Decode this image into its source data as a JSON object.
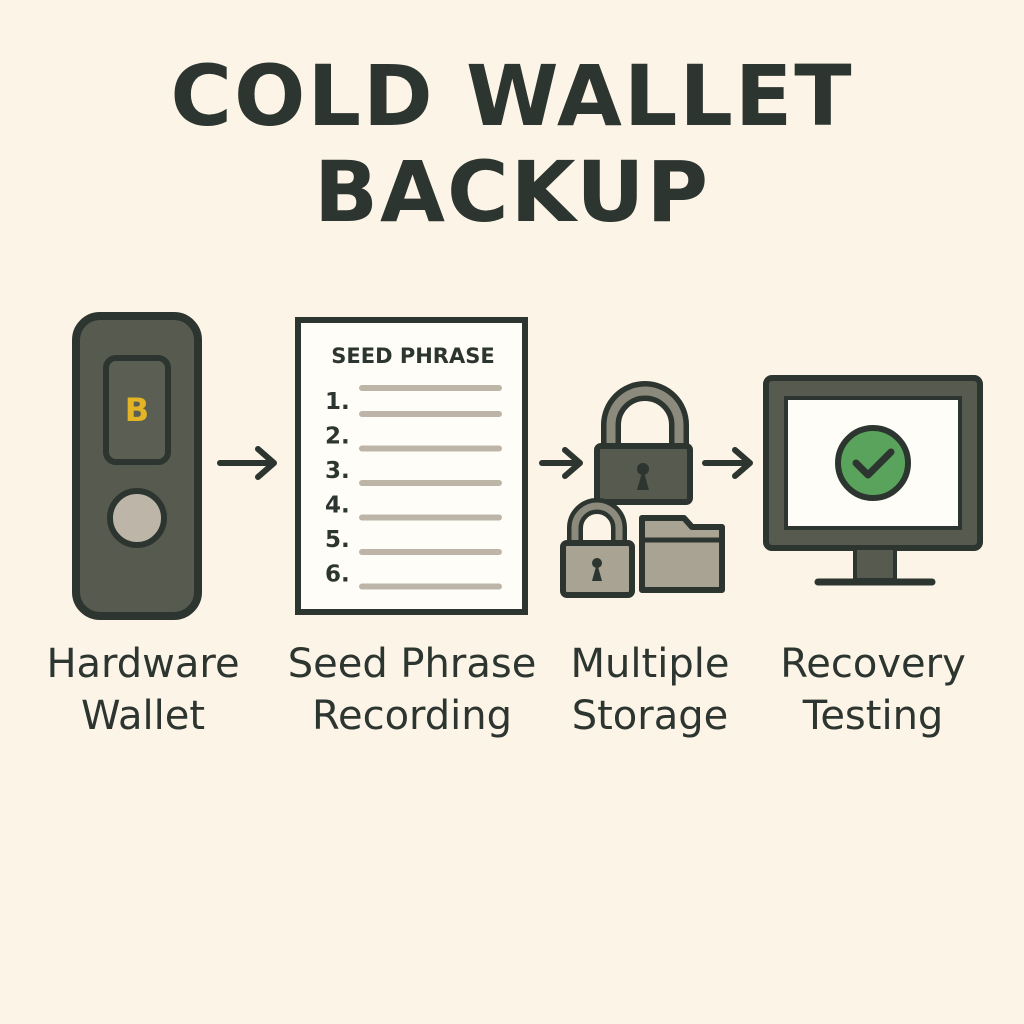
{
  "title": {
    "line1": "COLD WALLET",
    "line2": "BACKUP"
  },
  "hardware_wallet": {
    "logo_letter": "B",
    "label_line1": "Hardware",
    "label_line2": "Wallet"
  },
  "seed_phrase": {
    "heading": "SEED PHRASE",
    "numbers": [
      "1.",
      "2.",
      "3.",
      "4.",
      "5.",
      "6."
    ],
    "label_line1": "Seed Phrase",
    "label_line2": "Recording"
  },
  "storage": {
    "label_line1": "Multiple",
    "label_line2": "Storage"
  },
  "recovery": {
    "label_line1": "Recovery",
    "label_line2": "Testing"
  },
  "icons": [
    "hardware-wallet-icon",
    "seed-phrase-document-icon",
    "padlock-icon",
    "folder-icon",
    "monitor-icon",
    "checkmark-icon",
    "arrow-right-icon"
  ],
  "colors": {
    "background": "#fcf4e6",
    "ink": "#2c352f",
    "device": "#575a4f",
    "accent_yellow": "#e3b526",
    "check_green": "#5aa35c"
  }
}
